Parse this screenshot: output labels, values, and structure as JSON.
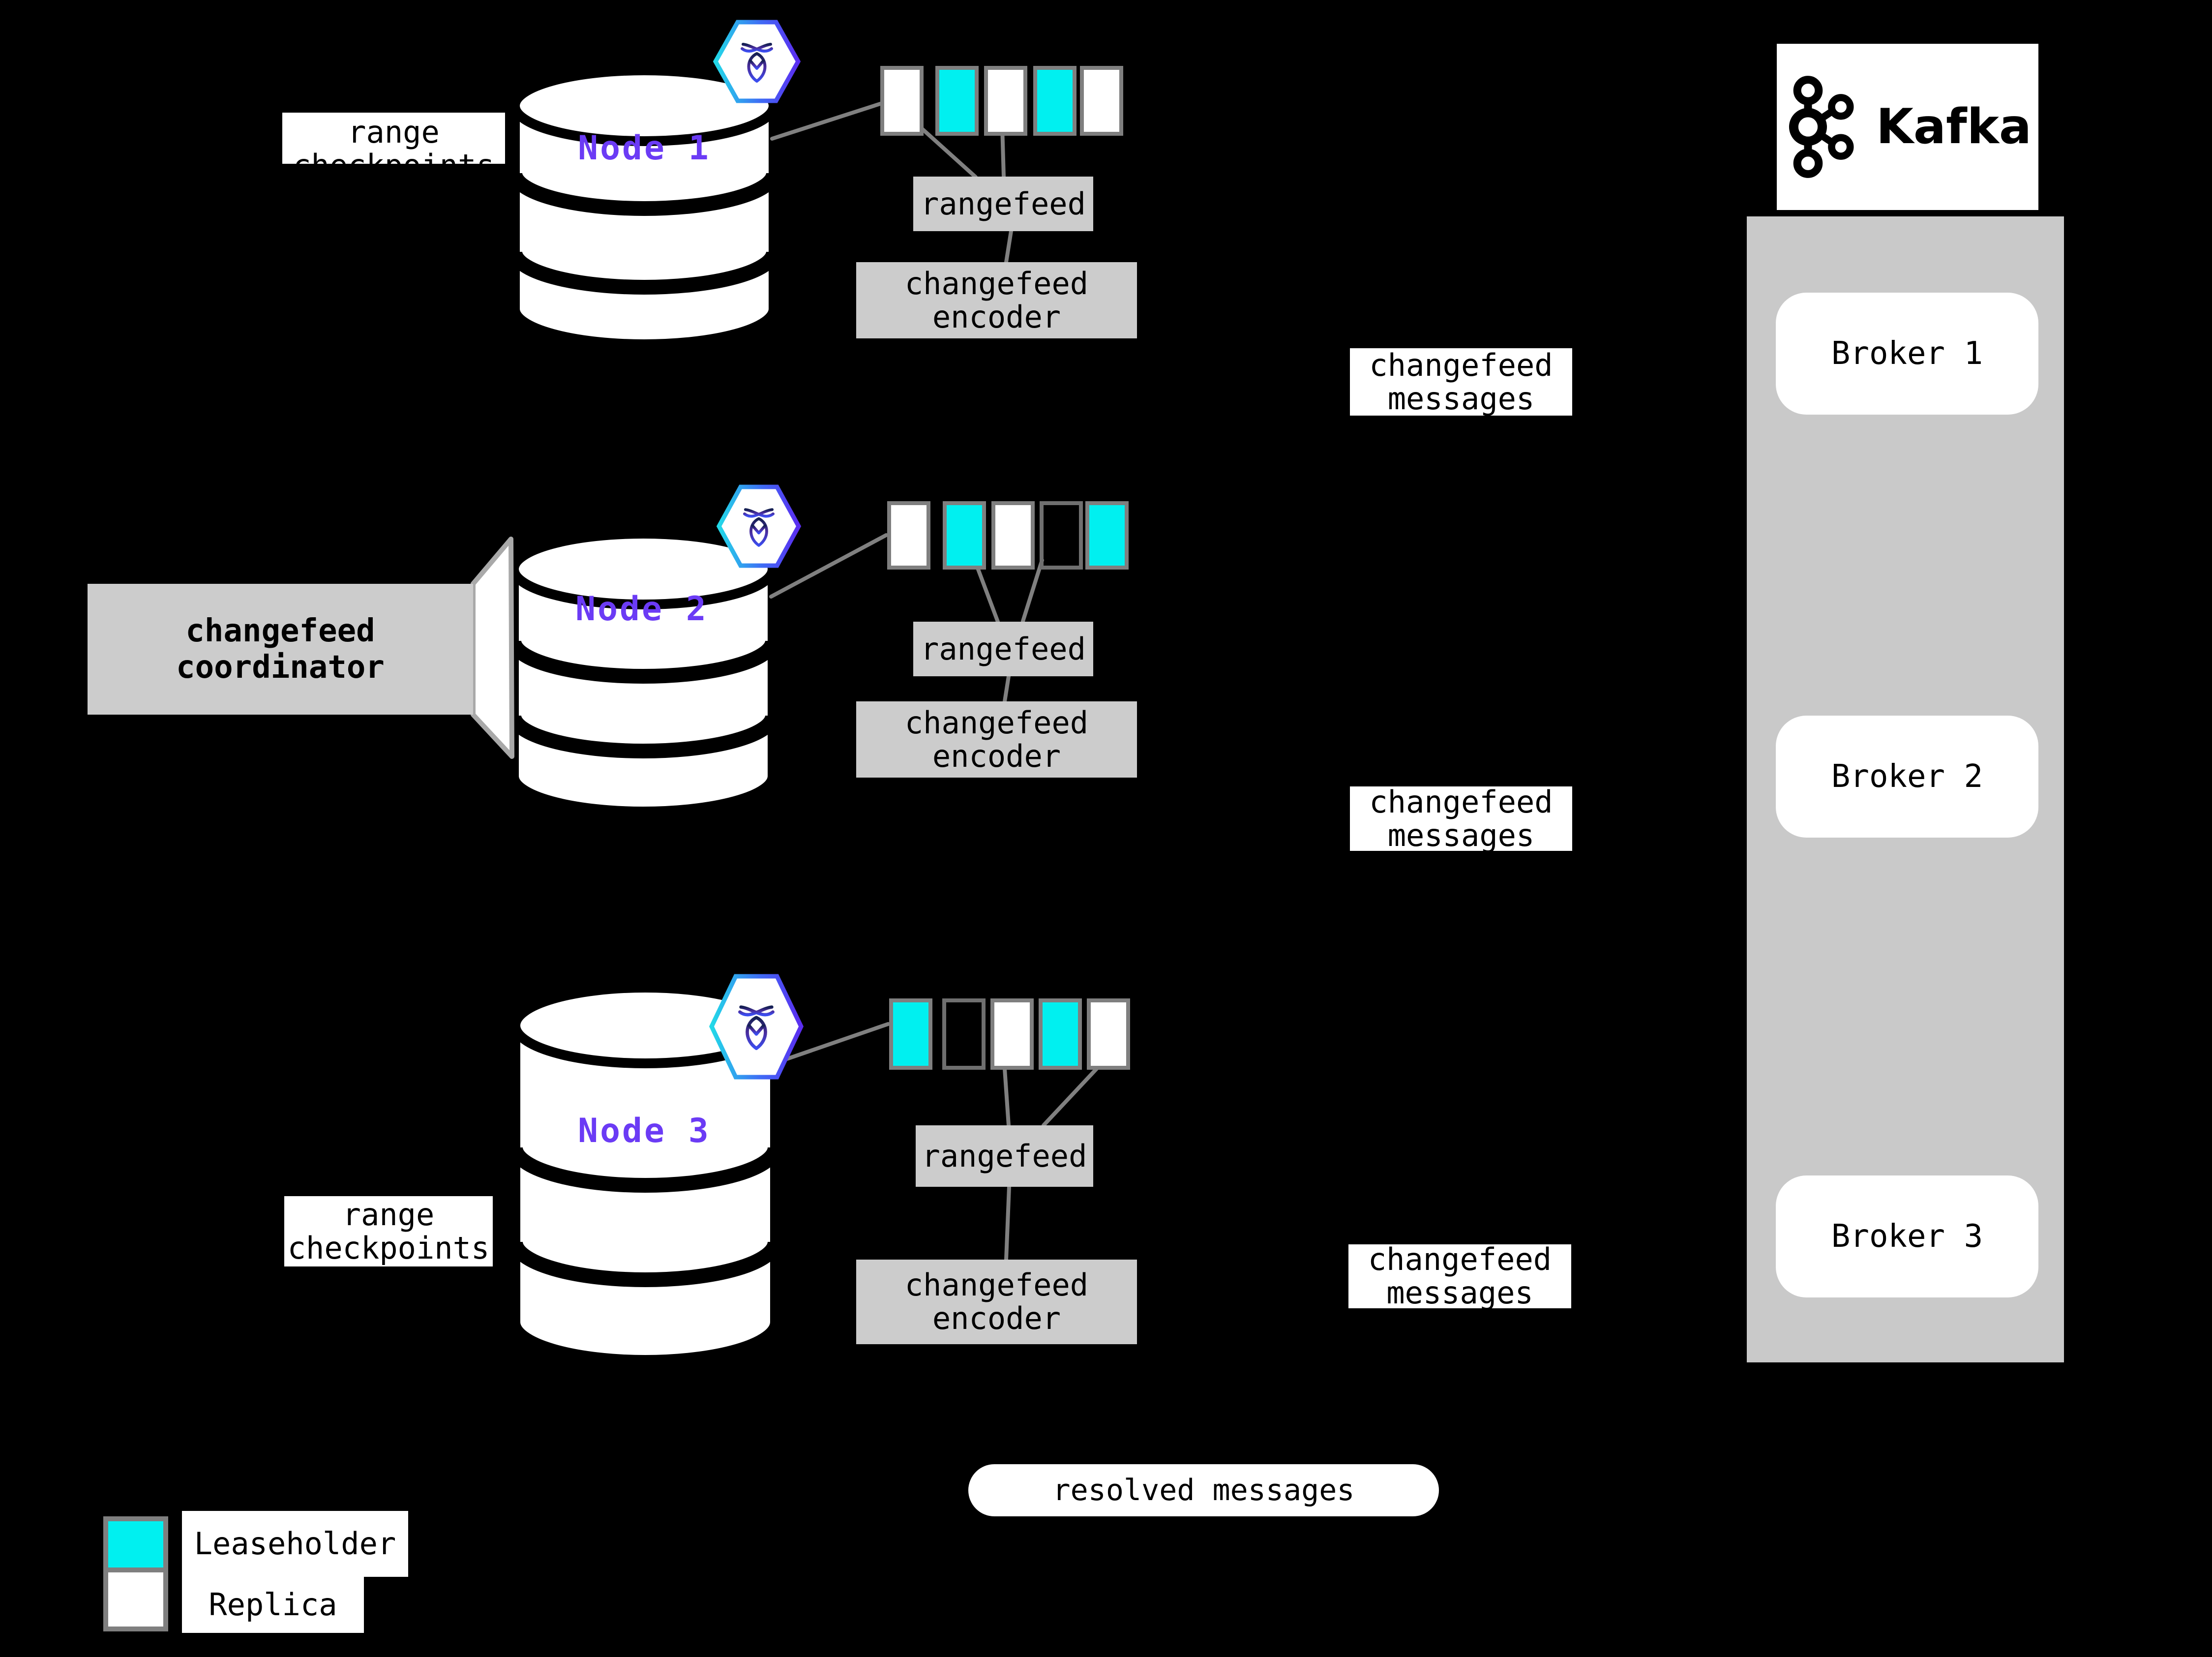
{
  "nodes": [
    {
      "title": "Node 1",
      "side_label_line1": "range",
      "side_label_line2": "checkpoints",
      "ranges": [
        "replica",
        "leaseholder",
        "replica",
        "leaseholder",
        "replica"
      ],
      "rangefeed_label": "rangefeed",
      "encoder_line1": "changefeed",
      "encoder_line2": "encoder",
      "messages_line1": "changefeed",
      "messages_line2": "messages"
    },
    {
      "title": "Node 2",
      "coordinator_line1": "changefeed",
      "coordinator_line2": "coordinator",
      "ranges": [
        "replica",
        "leaseholder",
        "replica",
        "outline",
        "leaseholder"
      ],
      "rangefeed_label": "rangefeed",
      "encoder_line1": "changefeed",
      "encoder_line2": "encoder",
      "messages_line1": "changefeed",
      "messages_line2": "messages"
    },
    {
      "title": "Node 3",
      "side_label_line1": "range",
      "side_label_line2": "checkpoints",
      "ranges": [
        "leaseholder",
        "outline",
        "replica",
        "leaseholder",
        "replica"
      ],
      "rangefeed_label": "rangefeed",
      "encoder_line1": "changefeed",
      "encoder_line2": "encoder",
      "messages_line1": "changefeed",
      "messages_line2": "messages"
    }
  ],
  "kafka": {
    "logo_text": "Kafka",
    "brokers": [
      {
        "label": "Broker 1"
      },
      {
        "label": "Broker 2"
      },
      {
        "label": "Broker 3"
      }
    ]
  },
  "resolved_pill_label": "resolved messages",
  "legend": [
    {
      "swatch": "leaseholder",
      "label": "Leaseholder"
    },
    {
      "swatch": "replica",
      "label": "Replica"
    }
  ],
  "icons": {
    "node_badge": "cockroachdb-hexagon-icon",
    "kafka_logo": "kafka-logo-icon",
    "broker_arrowhead": "arrowhead-icon"
  },
  "colors": {
    "background": "#000000",
    "leaseholder_cyan": "#00f0f0",
    "replica_white": "#ffffff",
    "label_gray": "#cccccc",
    "kafka_panel_gray": "#c9c9c9",
    "node_title_purple": "#6b3bf5",
    "box_border_gray": "#7f7f7f",
    "connector_gray": "#808080",
    "hexagon_cyan": "#22d9e8",
    "hexagon_purple": "#5b2df0"
  }
}
